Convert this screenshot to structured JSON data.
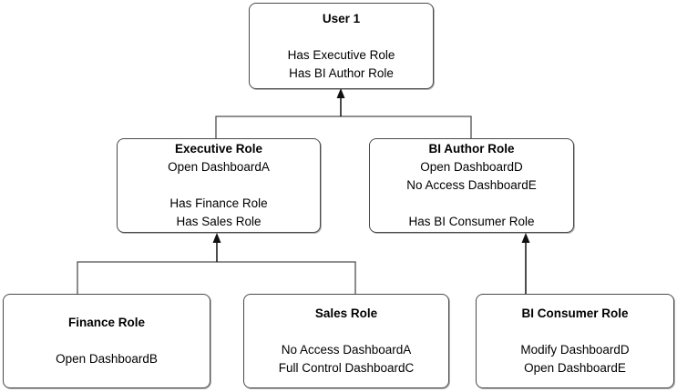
{
  "boxes": {
    "user1": {
      "title": "User 1",
      "lines": [
        "",
        "Has Executive Role",
        "Has BI Author Role"
      ]
    },
    "executive": {
      "title": "Executive Role",
      "lines": [
        "Open DashboardA",
        "",
        "Has Finance Role",
        "Has Sales Role"
      ]
    },
    "bi_author": {
      "title": "BI Author Role",
      "lines": [
        "Open DashboardD",
        "No Access DashboardE",
        "",
        "Has BI Consumer Role"
      ]
    },
    "finance": {
      "title": "Finance Role",
      "lines": [
        "",
        "Open DashboardB"
      ]
    },
    "sales": {
      "title": "Sales Role",
      "lines": [
        "",
        "No Access DashboardA",
        "Full Control DashboardC"
      ]
    },
    "bi_consumer": {
      "title": "BI Consumer Role",
      "lines": [
        "",
        "Modify DashboardD",
        "Open DashboardE"
      ]
    }
  },
  "edges": [
    {
      "from": "Executive Role",
      "to": "User 1"
    },
    {
      "from": "BI Author Role",
      "to": "User 1"
    },
    {
      "from": "Finance Role",
      "to": "Executive Role"
    },
    {
      "from": "Sales Role",
      "to": "Executive Role"
    },
    {
      "from": "BI Consumer Role",
      "to": "BI Author Role"
    }
  ],
  "colors": {
    "background": "#ffffff",
    "box_border": "#4a4a4a",
    "connector_line": "#4d4d4d",
    "arrow": "#111111",
    "text": "#000000"
  }
}
